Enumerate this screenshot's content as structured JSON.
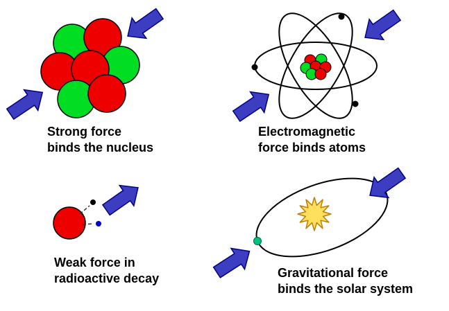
{
  "colors": {
    "nucleon_red": "#ee0000",
    "nucleon_green": "#00dd22",
    "arrow_fill": "#3d3dc2",
    "electron_black": "#000000",
    "beta_blue": "#0000cc",
    "sun_fill": "#ffdf5e",
    "planet_green": "#00c182"
  },
  "sections": {
    "strong": {
      "caption_line1": "Strong force",
      "caption_line2": "binds the nucleus"
    },
    "electromagnetic": {
      "caption_line1": "Electromagnetic",
      "caption_line2": "force binds atoms"
    },
    "weak": {
      "caption_line1": "Weak force in",
      "caption_line2": "radioactive decay"
    },
    "gravitational": {
      "caption_line1": "Gravitational force",
      "caption_line2": "binds the solar system"
    }
  }
}
